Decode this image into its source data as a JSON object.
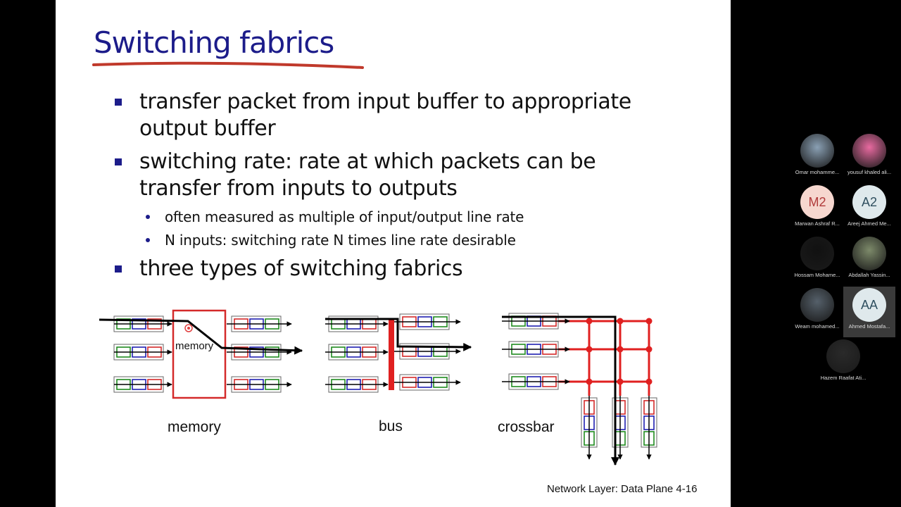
{
  "slide": {
    "title": "Switching fabrics",
    "bullets": [
      {
        "line1": "transfer packet from input buffer to appropriate",
        "line2": "output buffer"
      },
      {
        "line1": "switching rate: rate at which packets can be",
        "line2": "transfer from inputs to outputs"
      },
      {
        "line1": "three types of switching fabrics",
        "line2": ""
      }
    ],
    "sub_bullets": [
      "often measured as multiple of input/output line rate",
      "N inputs: switching rate N times line rate desirable"
    ],
    "diagram": {
      "memory_box_label": "memory",
      "caption_memory": "memory",
      "caption_bus": "bus",
      "caption_crossbar": "crossbar"
    },
    "footer": "Network Layer: Data Plane  4-16"
  },
  "participants": [
    {
      "name": "Omar mohamme...",
      "initials": "",
      "avatar": "photo-landscape",
      "color": "#8aa0b4"
    },
    {
      "name": "yousuf khaled ali...",
      "initials": "",
      "avatar": "photo-art",
      "color": "#e86aa0"
    },
    {
      "name": "Marwan Ashraf R...",
      "initials": "M2",
      "avatar": "initials",
      "color": "#f6d7cf"
    },
    {
      "name": "Areej Ahmed Me...",
      "initials": "A2",
      "avatar": "initials",
      "color": "#dfe9ec"
    },
    {
      "name": "Hossam Mohame...",
      "initials": "",
      "avatar": "photo-dark",
      "color": "#111111"
    },
    {
      "name": "Abdallah Yassin...",
      "initials": "",
      "avatar": "photo-person",
      "color": "#7d8a6a"
    },
    {
      "name": "Weam mohamed...",
      "initials": "",
      "avatar": "photo-person",
      "color": "#55606a"
    },
    {
      "name": "Ahmed Mostafa...",
      "initials": "AA",
      "avatar": "initials",
      "color": "#dfe9ec"
    },
    {
      "name": "Hazem Raafat Ati...",
      "initials": "",
      "avatar": "photo-dark",
      "color": "#2a2a2a"
    }
  ]
}
